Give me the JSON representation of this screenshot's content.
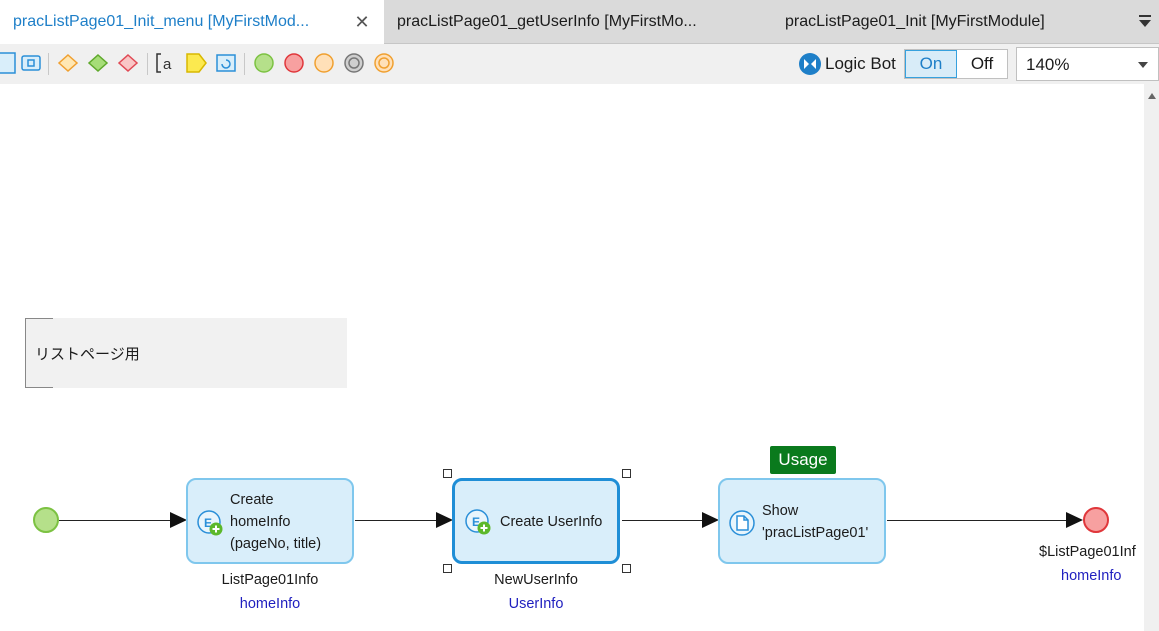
{
  "tabs": [
    {
      "label": "pracListPage01_Init_menu [MyFirstMod...",
      "active": true
    },
    {
      "label": "pracListPage01_getUserInfo [MyFirstMo...",
      "active": false
    },
    {
      "label": "pracListPage01_Init [MyFirstModule]",
      "active": false
    }
  ],
  "toolbar": {
    "icons": [
      "select-tool-icon",
      "microflow-call-icon",
      "exclusive-split-icon",
      "inheritance-split-icon",
      "merge-icon",
      "annotation-icon",
      "parameter-icon",
      "loop-icon",
      "start-event-icon",
      "end-event-icon",
      "error-event-icon",
      "break-event-icon",
      "continue-event-icon"
    ],
    "logic_bot_label": "Logic Bot",
    "toggle_on": "On",
    "toggle_off": "Off",
    "zoom": "140%"
  },
  "canvas": {
    "annotation": "リストページ用",
    "activities": [
      {
        "lines": [
          "Create",
          "homeInfo",
          "(pageNo, title)"
        ],
        "output_var": "ListPage01Info",
        "output_type": "homeInfo",
        "icon": "create-object-icon"
      },
      {
        "lines": [
          "Create UserInfo"
        ],
        "output_var": "NewUserInfo",
        "output_type": "UserInfo",
        "icon": "create-object-icon",
        "selected": true
      },
      {
        "lines": [
          "Show",
          "'pracListPage01'"
        ],
        "icon": "show-page-icon",
        "badge": "Usage"
      }
    ],
    "end_event": {
      "return_var": "$ListPage01Inf",
      "return_type": "homeInfo"
    }
  },
  "colors": {
    "accent": "#1e7fc8",
    "activity_fill": "#d9eefa",
    "activity_border": "#7fc7ed",
    "start_event": "#b5e08a",
    "end_event": "#f7a0a0",
    "usage_badge": "#0a7a1d",
    "type_text": "#1f1fbf"
  }
}
